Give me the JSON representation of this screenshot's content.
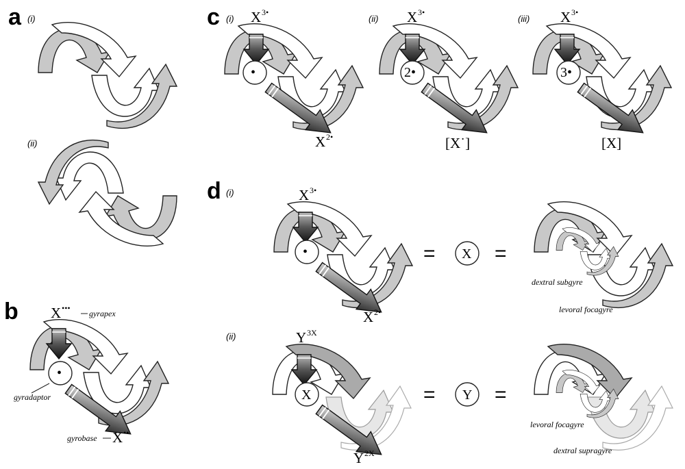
{
  "panels": {
    "a": {
      "letter": "a",
      "i": "(i)",
      "ii": "(ii)"
    },
    "b": {
      "letter": "b",
      "apex": "X",
      "apex_dots": "•••",
      "apex_note": "gyrapex",
      "adaptor_note": "gyradaptor",
      "base_note": "gyrobase",
      "base": "X",
      "base_dots": "••"
    },
    "c": {
      "letter": "c",
      "i": "(i)",
      "ii": "(ii)",
      "iii": "(iii)",
      "top": "X",
      "top_sup": "3•",
      "circle_i": "•",
      "circle_ii": "2•",
      "circle_iii": "3•",
      "bottom_i": "X",
      "bottom_i_sup": "2•",
      "bottom_ii": "[X˙]",
      "bottom_iii": "[X]"
    },
    "d": {
      "letter": "d",
      "i": "(i)",
      "ii": "(ii)",
      "top_i": "X",
      "top_i_sup": "3•",
      "circle_i": "•",
      "bottom_i": "X",
      "bottom_i_sup": "2•",
      "equals": "=",
      "equiv_i": "X",
      "note_subgyre": "dextral subgyre",
      "note_focagyre_i": "levoral focagyre",
      "top_ii": "Y",
      "top_ii_sup": "3X",
      "circle_ii": "X",
      "bottom_ii": "Y",
      "bottom_ii_sup": "2X",
      "equiv_ii": "Y",
      "note_focagyre_ii": "levoral focagyre",
      "note_supragyre": "dextral supragyre"
    }
  }
}
